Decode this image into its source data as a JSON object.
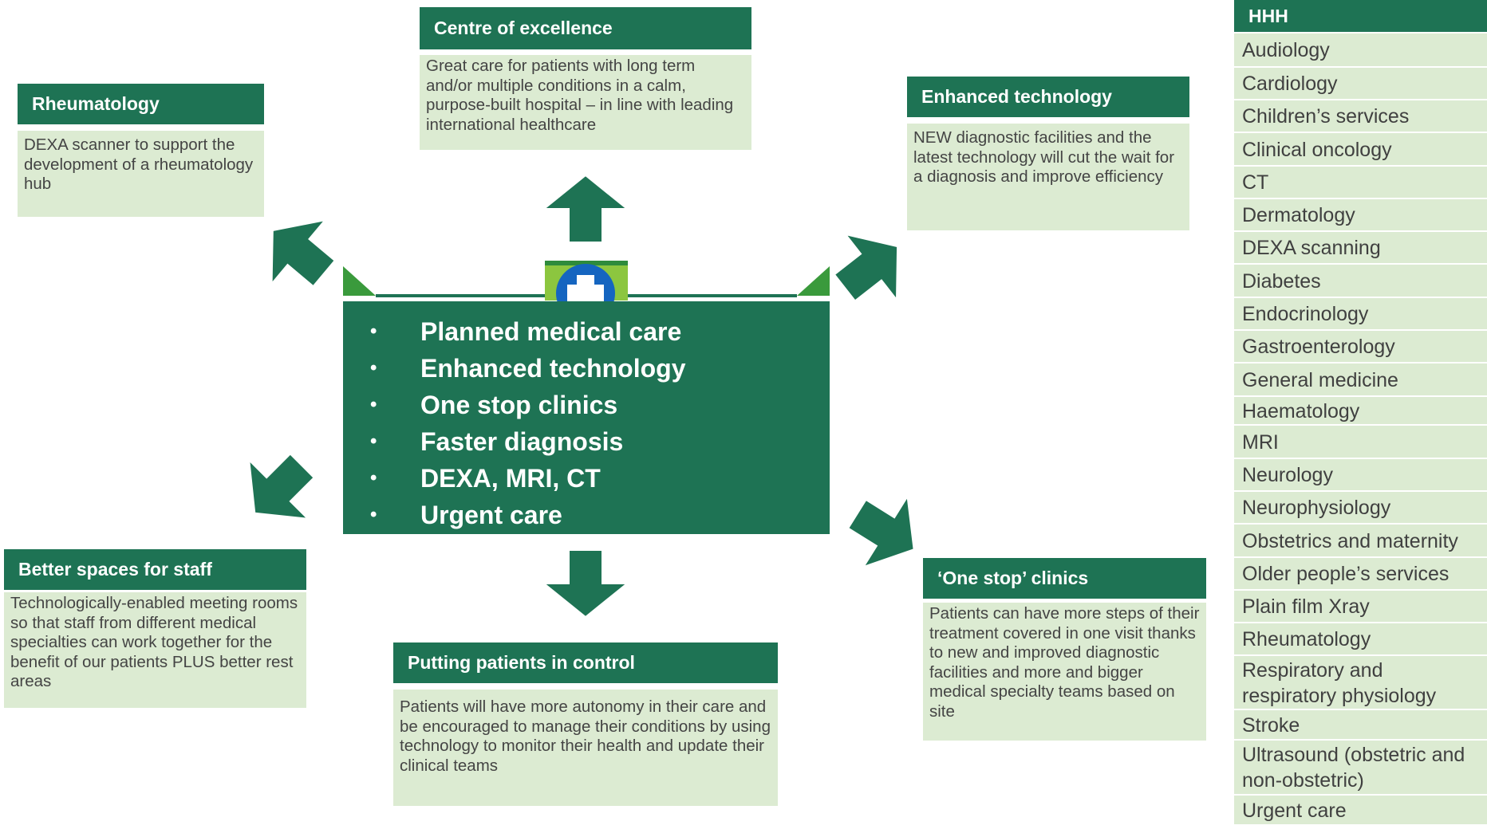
{
  "boxes": {
    "centre": {
      "title": "Centre of excellence",
      "text": "Great care for patients with long term and/or multiple conditions in a calm, purpose-built hospital – in line with leading international healthcare"
    },
    "rheum": {
      "title": "Rheumatology",
      "text": "DEXA scanner to support the development of a rheumatology hub"
    },
    "tech": {
      "title": "Enhanced technology",
      "text": "NEW diagnostic facilities and the latest technology will cut the wait for a diagnosis and improve efficiency"
    },
    "staff": {
      "title": "Better spaces for staff",
      "text": "Technologically-enabled meeting rooms so that staff from different medical specialties can work together for the benefit of our patients PLUS better rest areas"
    },
    "patients": {
      "title": "Putting patients in control",
      "text": "Patients will have more autonomy in their care and be encouraged to manage their conditions by using technology to monitor their health and update their clinical teams"
    },
    "onestop": {
      "title": "‘One stop’ clinics",
      "text": "Patients can have more steps of their treatment covered in one visit thanks to new and improved diagnostic facilities and more and bigger medical specialty teams based on site"
    }
  },
  "center": {
    "bullet": "•",
    "items": [
      "Planned medical care",
      "Enhanced technology",
      "One stop clinics",
      "Faster diagnosis",
      "DEXA, MRI, CT",
      "Urgent care"
    ]
  },
  "sidebar": {
    "title": "HHH",
    "items": [
      "Audiology",
      "Cardiology",
      "Children’s services",
      "Clinical oncology",
      "CT",
      "Dermatology",
      "DEXA scanning",
      "Diabetes",
      "Endocrinology",
      "Gastroenterology",
      "General medicine",
      "Haematology",
      "MRI",
      "Neurology",
      "Neurophysiology",
      "Obstetrics and maternity",
      "Older people’s services",
      "Plain film Xray",
      "Rheumatology",
      "Respiratory and respiratory physiology",
      "Stroke",
      "Ultrasound (obstetric and non-obstetric)",
      "Urgent care"
    ]
  },
  "colors": {
    "primary": "#1e7354",
    "light": "#dcebd2",
    "accent": "#8cc63f",
    "cross": "#1565c0"
  },
  "icons": {
    "hospital": "medical-cross-icon"
  }
}
